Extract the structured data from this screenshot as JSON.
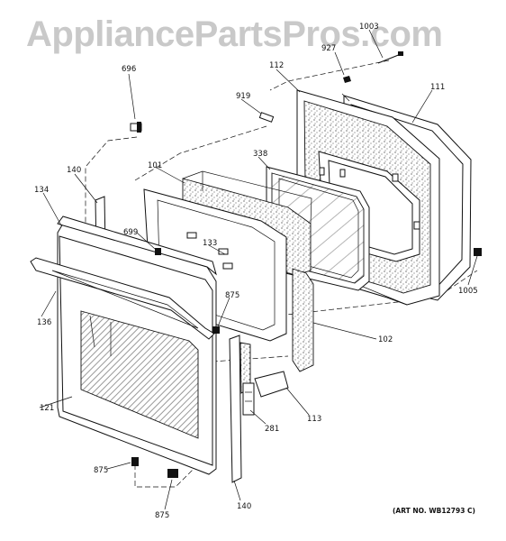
{
  "watermark": "AppliancePartsPros.com",
  "art_number": "(ART NO. WB12793 C)",
  "callouts": {
    "c1003": "1003",
    "c927": "927",
    "c696": "696",
    "c112": "112",
    "c919": "919",
    "c111": "111",
    "c338": "338",
    "c140_top": "140",
    "c101": "101",
    "c134": "134",
    "c699": "699",
    "c133": "133",
    "c875_mid": "875",
    "c1005": "1005",
    "c136": "136",
    "c102": "102",
    "c121": "121",
    "c113": "113",
    "c281": "281",
    "c875_left": "875",
    "c875_bottom": "875",
    "c140_bottom": "140"
  }
}
